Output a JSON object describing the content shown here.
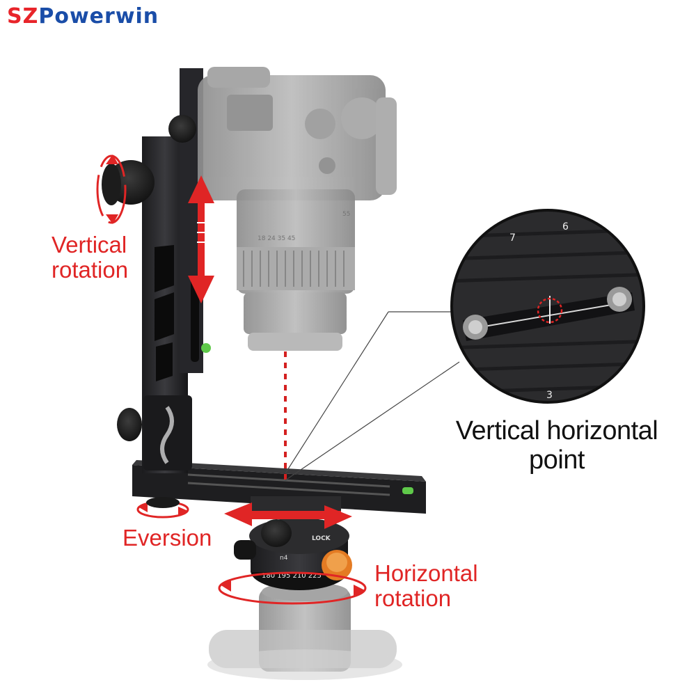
{
  "brand": {
    "part1": "SZ",
    "part2": "Powerwin"
  },
  "labels": {
    "vertical_rotation_1": "Vertical",
    "vertical_rotation_2": "rotation",
    "eversion": "Eversion",
    "horizontal_rotation_1": "Horizontal",
    "horizontal_rotation_2": "rotation",
    "point_1": "Vertical horizontal",
    "point_2": "point"
  },
  "lens_markings": {
    "focal": "18  24  35  45",
    "mm": "55"
  },
  "rotator_scale": {
    "lock": "LOCK",
    "mark": "n4",
    "degrees": "180  195  210  225"
  },
  "detail_scale": {
    "top": "7",
    "top_right": "6",
    "bottom": "3"
  },
  "colors": {
    "accent_red": "#e02525",
    "brand_blue": "#1a4da8",
    "metal": "#2a2a2c"
  }
}
